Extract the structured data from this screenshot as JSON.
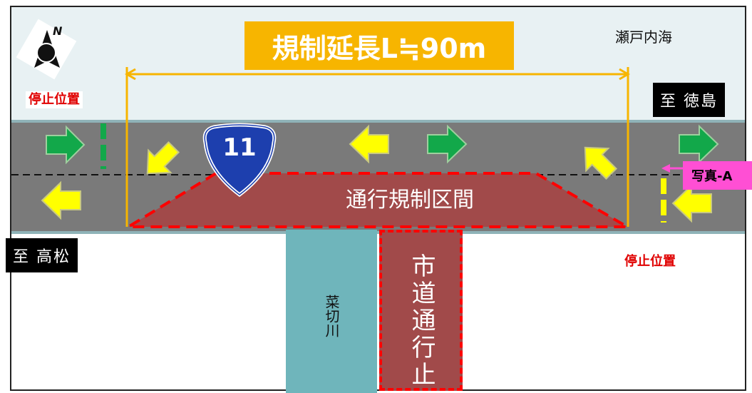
{
  "header": {
    "title": "規制延長L≒90m"
  },
  "labels": {
    "sea": "瀬戸内海",
    "to_tokushima": "至 徳島",
    "to_takamatsu": "至 高松",
    "stop_position_left": "停止位置",
    "stop_position_right": "停止位置",
    "regulation_section": "通行規制区間",
    "river": "菜切川",
    "city_road": "市道通行止",
    "photo_tag": "写真-A"
  },
  "route_marker": {
    "number": "11"
  },
  "compass": {
    "letter": "N"
  },
  "colors": {
    "title_bg": "#f7b500",
    "road": "#7a7a7a",
    "regulation_zone": "#a14a4a",
    "regulation_border": "#ff0000",
    "arrow_green": "#12a84a",
    "arrow_yellow": "#ffff00",
    "stop_text": "#e00000",
    "river": "#6fb5bb",
    "photo_tag": "#ff4fd4",
    "route_marker": "#1d3fae"
  }
}
